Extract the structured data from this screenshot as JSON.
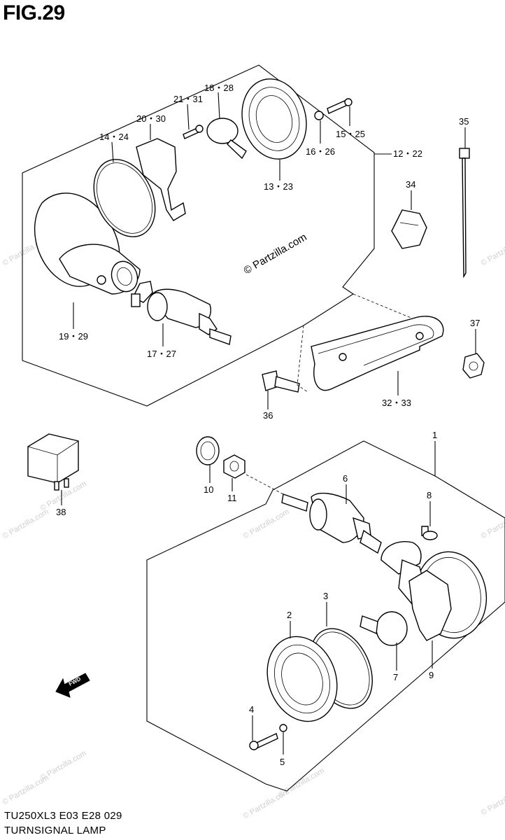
{
  "figure": {
    "title": "FIG.29"
  },
  "footer": {
    "model_code": "TU250XL3  E03  E28  029",
    "description": "TURNSIGNAL LAMP"
  },
  "watermark": {
    "main": "© Partzilla.com",
    "faint": "© Partzilla.com"
  },
  "fwd_label": "FWD",
  "callouts": {
    "c1": "1",
    "c2": "2",
    "c3": "3",
    "c4": "4",
    "c5": "5",
    "c6": "6",
    "c7": "7",
    "c8": "8",
    "c9": "9",
    "c10": "10",
    "c11": "11",
    "c12_22": "12・22",
    "c13_23": "13・23",
    "c14_24": "14・24",
    "c15_25": "15・25",
    "c16_26": "16・26",
    "c17_27": "17・27",
    "c18_28": "18・28",
    "c19_29": "19・29",
    "c20_30": "20・30",
    "c21_31": "21・31",
    "c32_33": "32・33",
    "c34": "34",
    "c35": "35",
    "c36": "36",
    "c37": "37",
    "c38": "38"
  }
}
